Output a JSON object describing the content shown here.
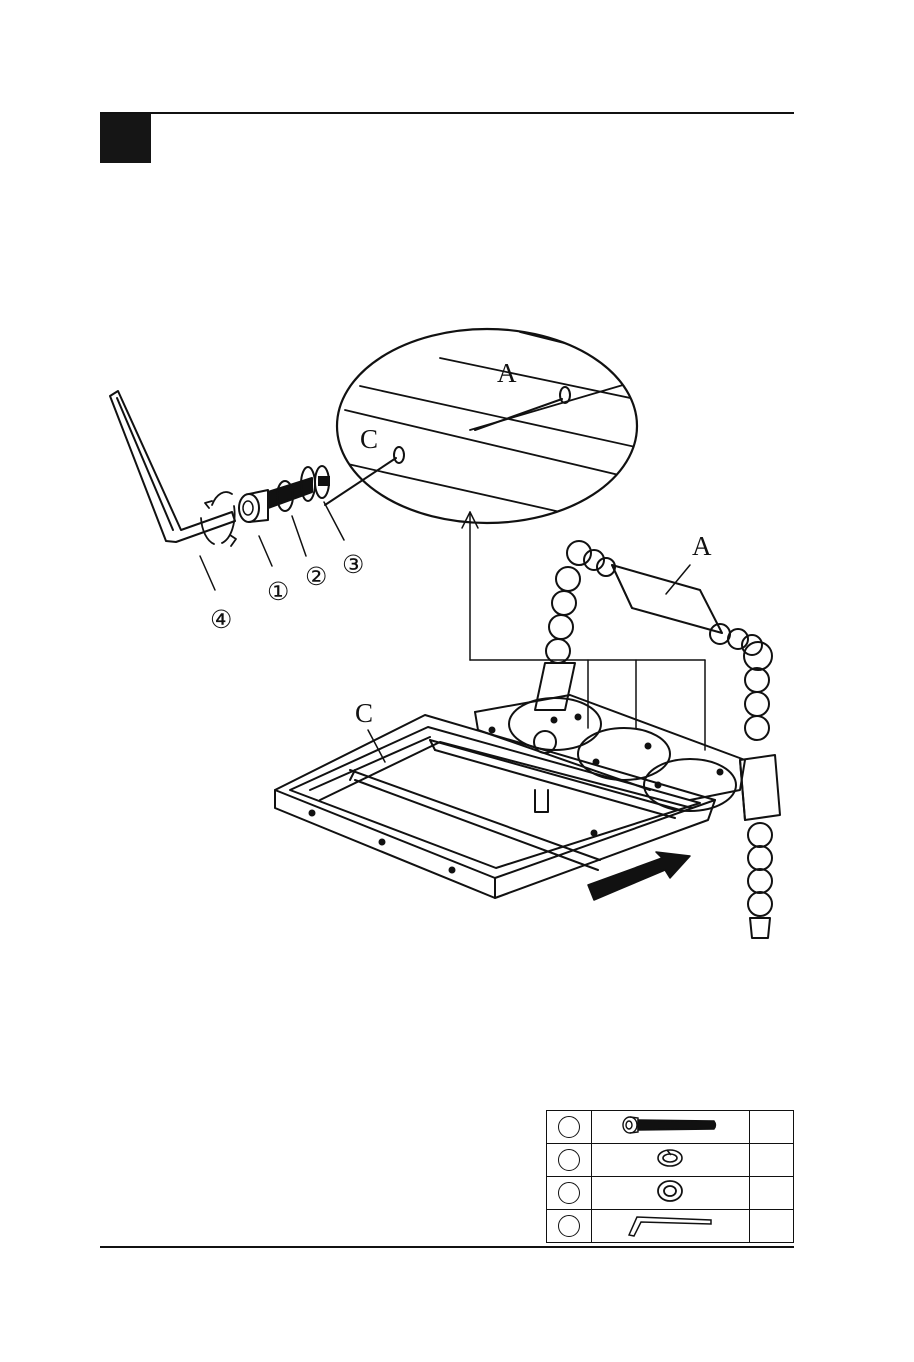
{
  "page": {
    "step_number": "",
    "instruction": ""
  },
  "labels": {
    "part_a_zoom": "A",
    "part_c_zoom": "C",
    "part_a": "A",
    "part_c": "C"
  },
  "callouts": [
    "①",
    "②",
    "③",
    "④"
  ],
  "hardware_table": {
    "rows": [
      {
        "id": "",
        "icon": "bolt-icon",
        "qty": ""
      },
      {
        "id": "",
        "icon": "lock-washer-icon",
        "qty": ""
      },
      {
        "id": "",
        "icon": "flat-washer-icon",
        "qty": ""
      },
      {
        "id": "",
        "icon": "allen-wrench-icon",
        "qty": ""
      }
    ]
  }
}
